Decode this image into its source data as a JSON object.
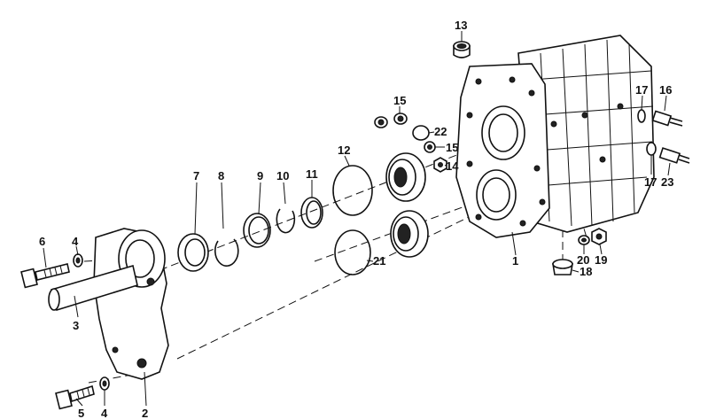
{
  "diagram": {
    "callouts": [
      {
        "id": "c1",
        "text": "1"
      },
      {
        "id": "c2",
        "text": "2"
      },
      {
        "id": "c3",
        "text": "3"
      },
      {
        "id": "c4a",
        "text": "4"
      },
      {
        "id": "c4b",
        "text": "4"
      },
      {
        "id": "c5",
        "text": "5"
      },
      {
        "id": "c6",
        "text": "6"
      },
      {
        "id": "c7",
        "text": "7"
      },
      {
        "id": "c8",
        "text": "8"
      },
      {
        "id": "c9",
        "text": "9"
      },
      {
        "id": "c10",
        "text": "10"
      },
      {
        "id": "c11",
        "text": "11"
      },
      {
        "id": "c12",
        "text": "12"
      },
      {
        "id": "c13",
        "text": "13"
      },
      {
        "id": "c14",
        "text": "14"
      },
      {
        "id": "c15a",
        "text": "15"
      },
      {
        "id": "c15b",
        "text": "15"
      },
      {
        "id": "c16",
        "text": "16"
      },
      {
        "id": "c17a",
        "text": "17"
      },
      {
        "id": "c17b",
        "text": "17"
      },
      {
        "id": "c18",
        "text": "18"
      },
      {
        "id": "c19",
        "text": "19"
      },
      {
        "id": "c20",
        "text": "20"
      },
      {
        "id": "c21",
        "text": "21"
      },
      {
        "id": "c22",
        "text": "22"
      },
      {
        "id": "c23",
        "text": "23"
      }
    ]
  }
}
